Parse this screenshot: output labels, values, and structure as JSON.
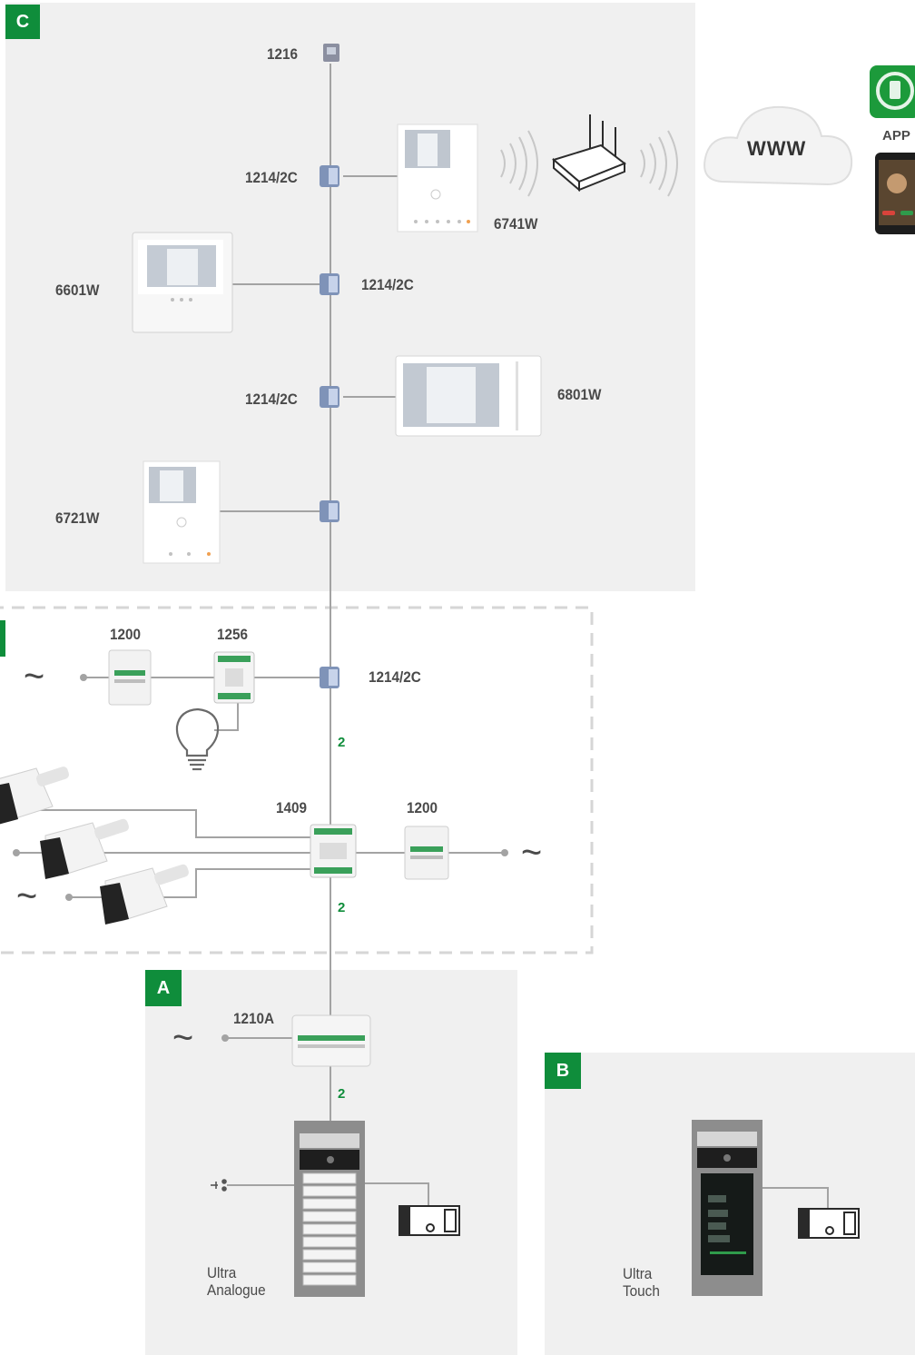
{
  "zones": {
    "c": {
      "tag": "C"
    },
    "a": {
      "tag": "A"
    },
    "b": {
      "tag": "B"
    }
  },
  "devices": {
    "door_1216": "1216",
    "dist_1": "1214/2C",
    "dist_2": "1214/2C",
    "dist_3": "1214/2C",
    "dist_4": "1214/2C",
    "monitor_6741w": "6741W",
    "monitor_6601w": "6601W",
    "monitor_6801w": "6801W",
    "monitor_6721w": "6721W",
    "psu_1200_top": "1200",
    "relay_1256": "1256",
    "video_1409": "1409",
    "psu_1200_bottom": "1200",
    "psu_1210a": "1210A"
  },
  "wires": {
    "w1": "2",
    "w2": "2",
    "w3": "2"
  },
  "mains_symbol": "~",
  "cloud": {
    "label": "WWW"
  },
  "app": {
    "label": "APP"
  },
  "panels": {
    "analogue": "Ultra\nAnalogue",
    "touch": "Ultra\nTouch"
  },
  "colors": {
    "accent": "#0f8d3b",
    "zone_bg": "#f0f0f0",
    "wire": "#9a9a9a"
  }
}
